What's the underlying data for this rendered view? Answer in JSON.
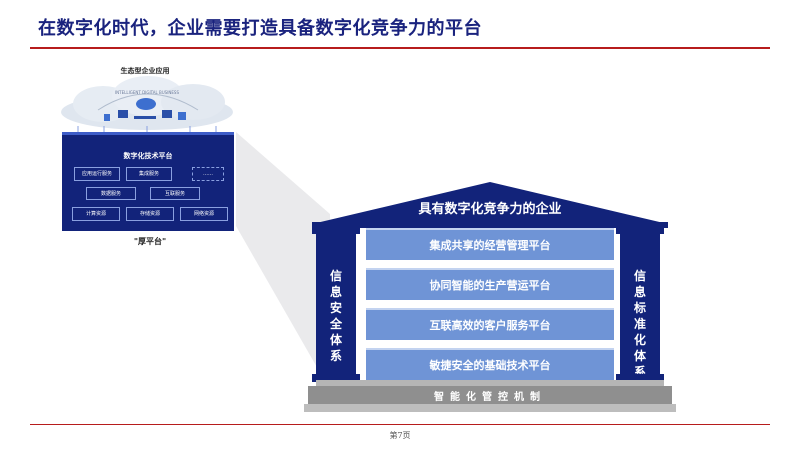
{
  "slide": {
    "title": "在数字化时代，企业需要打造具备数字化竞争力的平台",
    "page_number": "第7页"
  },
  "left_platform": {
    "eco_label": "生态型企业应用",
    "cloud_text": "INTELLIGENT DIGITAL BUSINESS",
    "platform_title": "数字化技术平台",
    "cells": [
      {
        "label": "应用运行服务"
      },
      {
        "label": "集成服务"
      },
      {
        "label": "……"
      },
      {
        "label": "数据服务"
      },
      {
        "label": "互联服务"
      },
      {
        "label": "计算资源"
      },
      {
        "label": "存储资源"
      },
      {
        "label": "网络资源"
      }
    ],
    "caption": "\"厚平台\""
  },
  "house": {
    "roof_label": "具有数字化竞争力的企业",
    "left_pillar": "信息安全体系",
    "right_pillar": "信息标准化体系",
    "floors": [
      "集成共享的经营管理平台",
      "协同智能的生产营运平台",
      "互联高效的客户服务平台",
      "敏捷安全的基础技术平台"
    ],
    "base_label": "智能化管控机制"
  },
  "colors": {
    "navy": "#12237a",
    "floor_blue": "#6f94d6",
    "title_blue": "#1a237e",
    "rule_red": "#b71c1c",
    "base_gray": "#8f8f8f"
  }
}
